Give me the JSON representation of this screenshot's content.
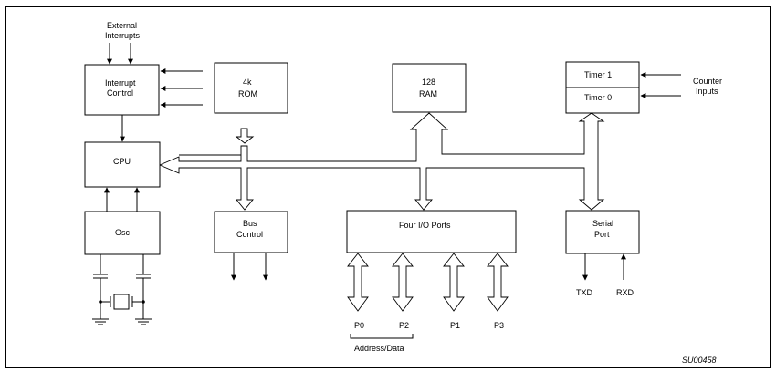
{
  "labels": {
    "external_interrupts_line1": "External",
    "external_interrupts_line2": "Interrupts",
    "interrupt_control_line1": "Interrupt",
    "interrupt_control_line2": "Control",
    "rom_line1": "4k",
    "rom_line2": "ROM",
    "ram_line1": "128",
    "ram_line2": "RAM",
    "timer1": "Timer 1",
    "timer0": "Timer 0",
    "counter_inputs_line1": "Counter",
    "counter_inputs_line2": "Inputs",
    "cpu": "CPU",
    "osc": "Osc",
    "bus_control_line1": "Bus",
    "bus_control_line2": "Control",
    "four_io_ports": "Four I/O Ports",
    "serial_port_line1": "Serial",
    "serial_port_line2": "Port",
    "txd": "TXD",
    "rxd": "RXD",
    "p0": "P0",
    "p2": "P2",
    "p1": "P1",
    "p3": "P3",
    "address_data": "Address/Data",
    "figure_code": "SU00458"
  }
}
